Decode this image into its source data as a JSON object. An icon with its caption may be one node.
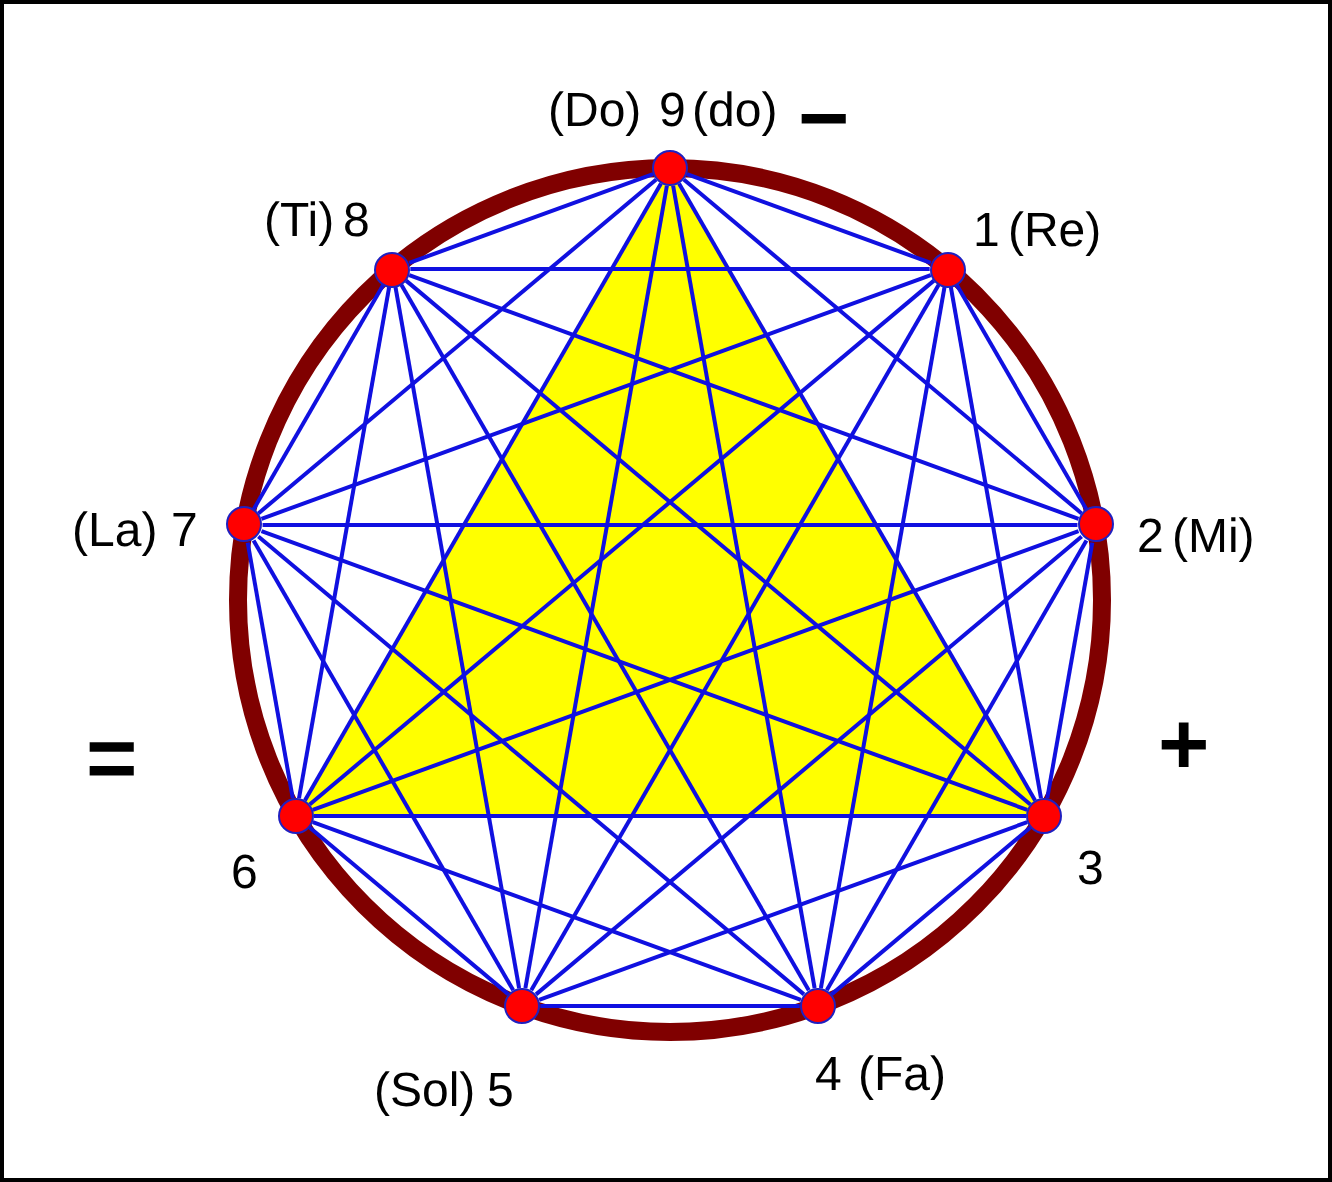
{
  "diagram": {
    "nodes": [
      {
        "text": [
          "9"
        ],
        "beside": [
          "(Do)",
          "(do)"
        ]
      },
      {
        "text": [
          "1"
        ],
        "beside": [
          "(Re)"
        ]
      },
      {
        "text": [
          "2"
        ],
        "beside": [
          "(Mi)"
        ]
      },
      {
        "text": [
          "3"
        ]
      },
      {
        "text": [
          "4"
        ],
        "beside": [
          "(Fa)"
        ]
      },
      {
        "text": [
          "5"
        ],
        "beside": [
          "(Sol)"
        ]
      },
      {
        "text": [
          "6"
        ]
      },
      {
        "text": [
          "7"
        ],
        "beside": [
          "(La)"
        ]
      },
      {
        "text": [
          "8"
        ],
        "beside": [
          "(Ti)"
        ]
      }
    ],
    "edges": [
      {
        "from": 0,
        "to": 1,
        "arrow": "none"
      },
      {
        "from": 0,
        "to": 2,
        "arrow": "none"
      },
      {
        "from": 0,
        "to": 3,
        "arrow": "none"
      },
      {
        "from": 0,
        "to": 4,
        "arrow": "none"
      },
      {
        "from": 0,
        "to": 5,
        "arrow": "none"
      },
      {
        "from": 0,
        "to": 6,
        "arrow": "none"
      },
      {
        "from": 0,
        "to": 7,
        "arrow": "none"
      },
      {
        "from": 0,
        "to": 8,
        "arrow": "none"
      },
      {
        "from": 1,
        "to": 2,
        "arrow": "none"
      },
      {
        "from": 1,
        "to": 3,
        "arrow": "none"
      },
      {
        "from": 1,
        "to": 4,
        "arrow": "none"
      },
      {
        "from": 1,
        "to": 5,
        "arrow": "none"
      },
      {
        "from": 1,
        "to": 6,
        "arrow": "none"
      },
      {
        "from": 1,
        "to": 7,
        "arrow": "none"
      },
      {
        "from": 1,
        "to": 8,
        "arrow": "none"
      },
      {
        "from": 2,
        "to": 3,
        "arrow": "none"
      },
      {
        "from": 2,
        "to": 4,
        "arrow": "none"
      },
      {
        "from": 2,
        "to": 5,
        "arrow": "none"
      },
      {
        "from": 2,
        "to": 6,
        "arrow": "none"
      },
      {
        "from": 2,
        "to": 7,
        "arrow": "none"
      },
      {
        "from": 2,
        "to": 8,
        "arrow": "none"
      },
      {
        "from": 3,
        "to": 4,
        "arrow": "none"
      },
      {
        "from": 3,
        "to": 5,
        "arrow": "none"
      },
      {
        "from": 3,
        "to": 6,
        "arrow": "none"
      },
      {
        "from": 3,
        "to": 7,
        "arrow": "none"
      },
      {
        "from": 3,
        "to": 8,
        "arrow": "none"
      },
      {
        "from": 4,
        "to": 5,
        "arrow": "none"
      },
      {
        "from": 4,
        "to": 6,
        "arrow": "none"
      },
      {
        "from": 4,
        "to": 7,
        "arrow": "none"
      },
      {
        "from": 4,
        "to": 8,
        "arrow": "none"
      },
      {
        "from": 5,
        "to": 6,
        "arrow": "none"
      },
      {
        "from": 5,
        "to": 7,
        "arrow": "none"
      },
      {
        "from": 5,
        "to": 8,
        "arrow": "none"
      },
      {
        "from": 6,
        "to": 7,
        "arrow": "none"
      },
      {
        "from": 6,
        "to": 8,
        "arrow": "none"
      },
      {
        "from": 7,
        "to": 8,
        "arrow": "none"
      }
    ],
    "labels": [
      "−",
      "=",
      "+"
    ]
  }
}
